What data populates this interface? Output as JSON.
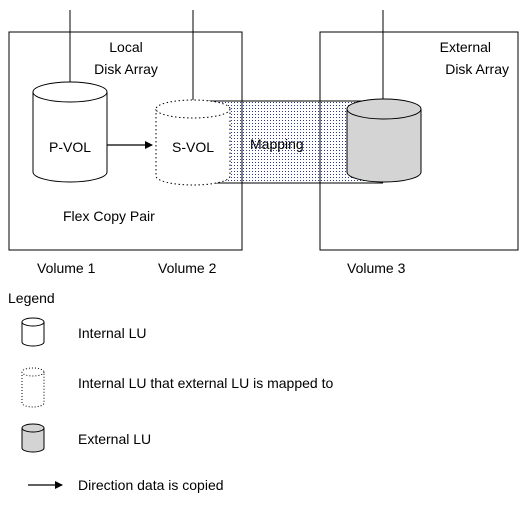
{
  "diagram": {
    "local_array_label": [
      "Local",
      "Disk Array"
    ],
    "external_array_label": [
      "External",
      "Disk Array"
    ],
    "pvol_label": "P-VOL",
    "svol_label": "S-VOL",
    "mapping_label": "Mapping",
    "pair_label": "Flex Copy Pair",
    "volume_labels": [
      "Volume 1",
      "Volume 2",
      "Volume 3"
    ]
  },
  "legend": {
    "title": "Legend",
    "items": [
      {
        "icon": "internal-lu-cylinder-icon",
        "label": "Internal LU"
      },
      {
        "icon": "mapped-lu-dotted-cylinder-icon",
        "label": "Internal LU that external LU is mapped to"
      },
      {
        "icon": "external-lu-gray-cylinder-icon",
        "label": "External LU"
      },
      {
        "icon": "copy-arrow-icon",
        "label": "Direction data is copied"
      }
    ]
  },
  "colors": {
    "external_lu_fill": "#d4d4d4",
    "mapping_dots": "#2a3a8c"
  }
}
